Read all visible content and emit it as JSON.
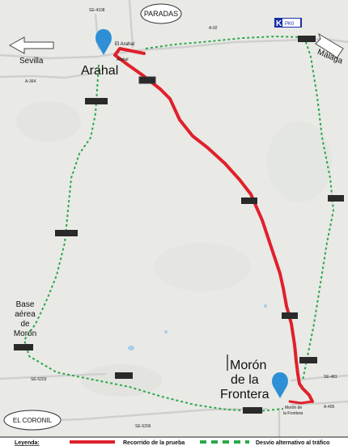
{
  "places": {
    "paradas": "PARADAS",
    "sevilla": "Sevilla",
    "malaga": "Málaga",
    "arahal": "Arahal",
    "arahal_small": "El Arahal",
    "arahal_small2": "Arahal",
    "moron_line1": "Morón",
    "moron_line2": "de la",
    "moron_line3": "Frontera",
    "moron_small1": "Morón de",
    "moron_small2": "la Frontera",
    "base_line1": "Base",
    "base_line2": "aérea",
    "base_line3": "de",
    "base_line4": "Morón",
    "coronil": "EL CORONIL"
  },
  "roads": {
    "se4108": "SE-4108",
    "a92": "A-92",
    "a364": "A-364",
    "se5203": "SE-5203",
    "se5206": "SE-5206",
    "se481": "SE-481",
    "a406": "A-406"
  },
  "badges": {
    "k_logo": "K",
    "k_num": "PK0"
  },
  "legend": {
    "title": "Leyenda:",
    "route": "Recorrido de la prueba",
    "detour": "Desvío alternativo al tráfico"
  },
  "colors": {
    "route": "#e0202a",
    "detour": "#2aa84a",
    "pin": "#2e8fd6",
    "background": "#e9e9e6"
  }
}
